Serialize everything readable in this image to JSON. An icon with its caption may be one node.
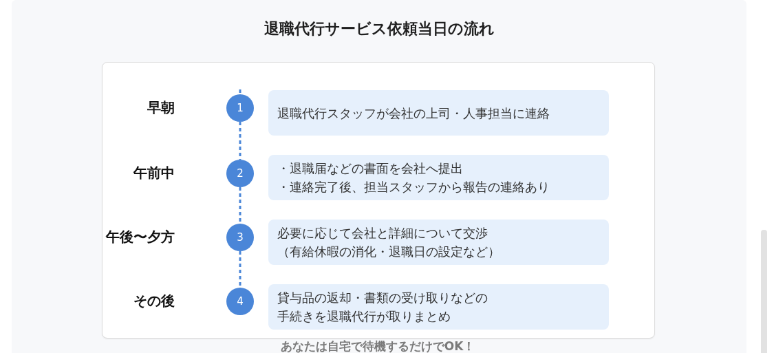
{
  "diagram": {
    "title": "退職代行サービス依頼当日の流れ",
    "nodes": [
      {
        "text": [
          "1"
        ],
        "beside": [
          "早朝"
        ]
      },
      {
        "text": [
          "退職代行スタッフが会社の上司・人事担当に連絡"
        ]
      },
      {
        "text": [
          "2"
        ],
        "beside": [
          "午前中"
        ]
      },
      {
        "text": [
          "・退職届などの書面を会社へ提出",
          "・連絡完了後、担当スタッフから報告の連絡あり"
        ]
      },
      {
        "text": [
          "3"
        ],
        "beside": [
          "午後〜夕方"
        ]
      },
      {
        "text": [
          "必要に応じて会社と詳細について交渉（有給休暇の消化・退職日の設定など）"
        ]
      },
      {
        "text": [
          "4"
        ],
        "beside": [
          "その後"
        ]
      },
      {
        "text": [
          "貸与品の返却・書類の受け取りなどの手続きを退職代行が取りまとめ"
        ]
      }
    ],
    "edges": [
      {
        "from": null,
        "to": 0,
        "arrow": "none",
        "style": "dashed"
      },
      {
        "from": 0,
        "to": 2,
        "arrow": "none",
        "style": "dashed"
      },
      {
        "from": 2,
        "to": 4,
        "arrow": "none",
        "style": "dashed"
      },
      {
        "from": 4,
        "to": 6,
        "arrow": "none",
        "style": "dashed"
      }
    ],
    "labels": [
      "あなたは自宅で待機するだけでOK！"
    ]
  }
}
